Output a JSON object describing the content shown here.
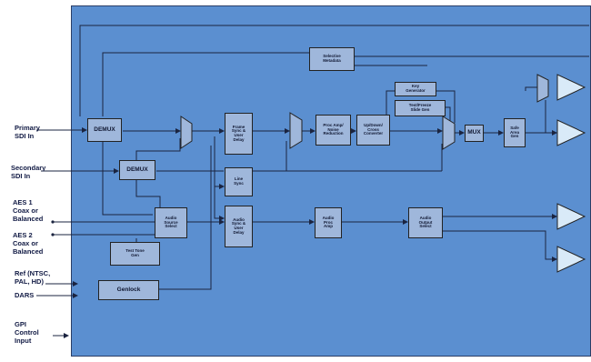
{
  "inputs": {
    "primary_sdi": "Primary\nSDI In",
    "secondary_sdi": "Secondary\nSDI In",
    "aes1": "AES 1\nCoax or\nBalanced",
    "aes2": "AES 2\nCoax or\nBalanced",
    "ref": "Ref (NTSC,\nPAL, HD)",
    "dars": "DARS",
    "gpi": "GPI\nControl\nInput"
  },
  "blocks": {
    "demux1": "DEMUX",
    "demux2": "DEMUX",
    "selective_metadata": "Selective\nMetadata",
    "frame_sync": "Frame\nSync &\nUser\nDelay",
    "line_sync": "Line\nSync",
    "proc_amp_noise": "Proc Amp/\nNoise\nReduction",
    "up_down_cross": "Up/Down/\nCross\nConverter",
    "key_generator": "Key\nGenerator",
    "test_freeze": "Test/Freeze\nSlide Gen",
    "mux": "MUX",
    "safe_area": "Safe\nArea\nGen",
    "audio_source_select": "Audio\nSource\nSelect",
    "test_tone_gen": "Test Tone\nGen",
    "audio_sync": "Audio\nSync &\nUser\nDelay",
    "audio_proc_amp": "Audio\nProc\nAmp",
    "audio_output_select": "Audio\nOutput\nSelect",
    "genlock": "Genlock"
  },
  "colors": {
    "panel": "#5b8fd0",
    "block": "#9fb7db",
    "line": "#1b2440",
    "driver": "#d9eaf8"
  }
}
